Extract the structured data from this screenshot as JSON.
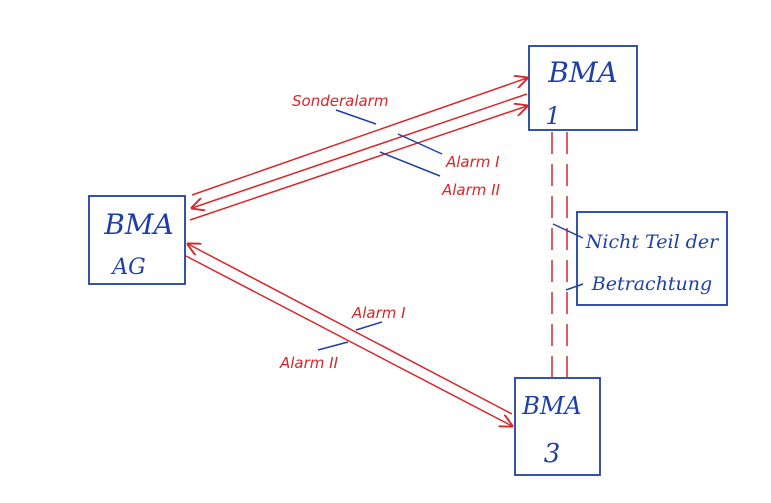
{
  "nodes": {
    "bma1": {
      "line1": "BMA",
      "line2": "1"
    },
    "bmaag": {
      "line1": "BMA",
      "line2": "AG"
    },
    "bma3": {
      "line1": "BMA",
      "line2": "3"
    }
  },
  "note": {
    "line1": "Nicht Teil der",
    "line2": "Betrachtung"
  },
  "labels": {
    "sonderalarm": "Sonderalarm",
    "alarm1_top": "Alarm I",
    "alarm2_top": "Alarm II",
    "alarm1_bottom": "Alarm I",
    "alarm2_bottom": "Alarm II"
  },
  "colors": {
    "box": "#1f3fa8",
    "signal": "#d8262a"
  }
}
